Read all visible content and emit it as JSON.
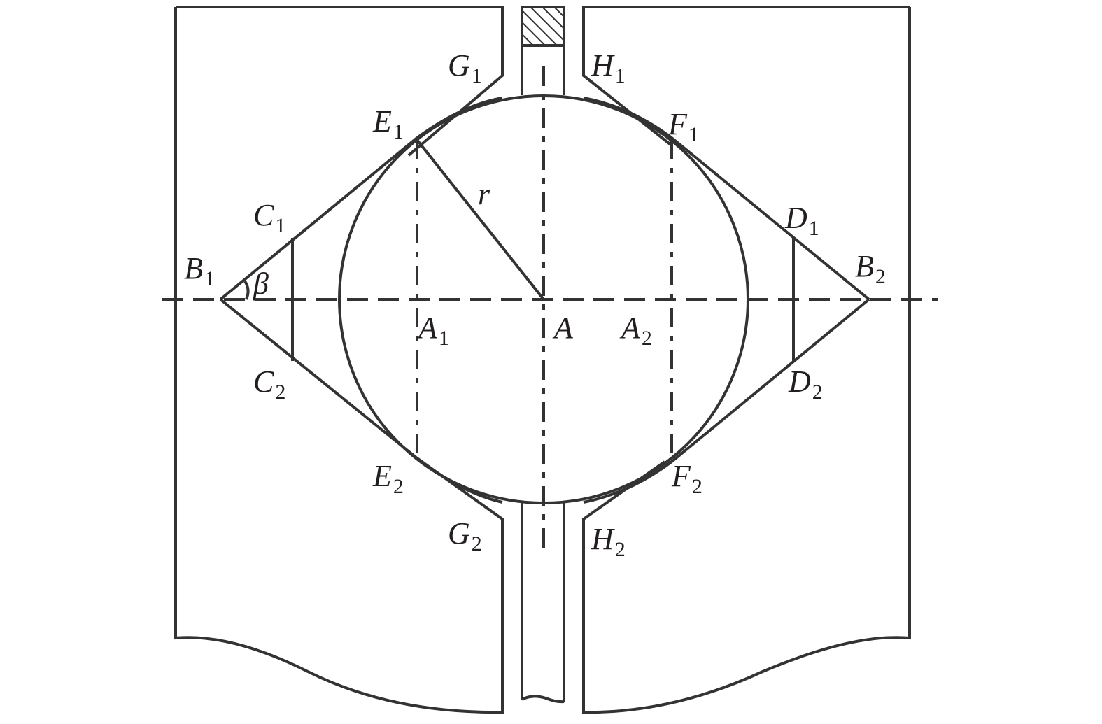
{
  "labels": {
    "G1": {
      "main": "G",
      "sub": "1"
    },
    "H1": {
      "main": "H",
      "sub": "1"
    },
    "E1": {
      "main": "E",
      "sub": "1"
    },
    "F1": {
      "main": "F",
      "sub": "1"
    },
    "r": {
      "main": "r",
      "sub": ""
    },
    "C1": {
      "main": "C",
      "sub": "1"
    },
    "D1": {
      "main": "D",
      "sub": "1"
    },
    "B1": {
      "main": "B",
      "sub": "1"
    },
    "beta": {
      "main": "β",
      "sub": ""
    },
    "B2": {
      "main": "B",
      "sub": "2"
    },
    "A1": {
      "main": "A",
      "sub": "1"
    },
    "A": {
      "main": "A",
      "sub": ""
    },
    "A2": {
      "main": "A",
      "sub": "2"
    },
    "C2": {
      "main": "C",
      "sub": "2"
    },
    "D2": {
      "main": "D",
      "sub": "2"
    },
    "E2": {
      "main": "E",
      "sub": "2"
    },
    "F2": {
      "main": "F",
      "sub": "2"
    },
    "G2": {
      "main": "G",
      "sub": "2"
    },
    "H2": {
      "main": "H",
      "sub": "2"
    }
  },
  "colors": {
    "line": "#333333",
    "text": "#231f20",
    "background": "#ffffff"
  }
}
